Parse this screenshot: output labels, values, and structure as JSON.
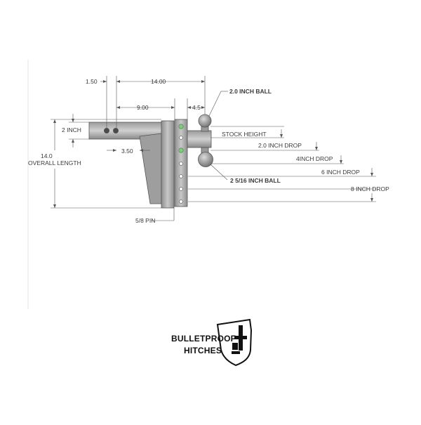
{
  "dimensions": {
    "overall_top": "14.00",
    "offset_left": "1.50",
    "shank_to_plate": "9.00",
    "ball_offset": "4.5",
    "shank_height": "2 INCH",
    "shank_depth": "3.50",
    "overall_length_value": "14.0",
    "overall_length_label": "OVERALL LENGTH",
    "pin": "5/8 PIN"
  },
  "balls": {
    "top": "2.0 INCH BALL",
    "bottom": "2  5/16 INCH BALL"
  },
  "drops": [
    "STOCK HEIGHT",
    "2.0 INCH DROP",
    "4INCH DROP",
    "6 INCH DROP",
    "8 INCH DROP"
  ],
  "brand": {
    "line1": "BULLETPROOF",
    "line2": "HITCHES"
  },
  "colors": {
    "line": "#555555",
    "metal": "#b9b9b9",
    "metal_dark": "#8f8f8f",
    "hole_green": "#7bd17b"
  }
}
